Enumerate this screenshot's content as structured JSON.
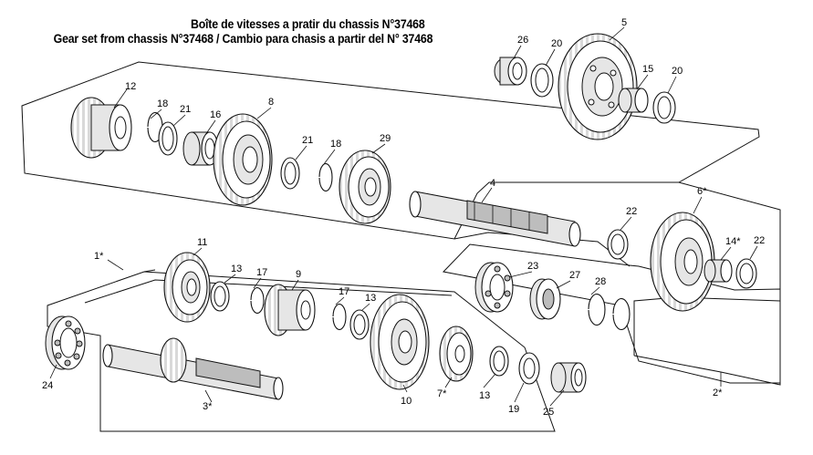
{
  "title": {
    "line1": "Boîte de vitesses a pratir du chassis N°37468",
    "line2": "Gear set from chassis N°37468 / Cambio para chasis a partir del N° 37468"
  },
  "callouts": {
    "c26": "26",
    "c20a": "20",
    "c5": "5",
    "c15": "15",
    "c20b": "20",
    "c12": "12",
    "c18a": "18",
    "c21a": "21",
    "c16": "16",
    "c8": "8",
    "c21b": "21",
    "c18b": "18",
    "c29": "29",
    "c4": "4",
    "c6": "6*",
    "c22a": "22",
    "c14": "14*",
    "c22b": "22",
    "c1": "1*",
    "c11": "11",
    "c13a": "13",
    "c17a": "17",
    "c9": "9",
    "c17b": "17",
    "c13b": "13",
    "c23": "23",
    "c27": "27",
    "c28": "28",
    "c24": "24",
    "c3": "3*",
    "c10": "10",
    "c7": "7*",
    "c13c": "13",
    "c19": "19",
    "c25": "25",
    "c2": "2*"
  }
}
